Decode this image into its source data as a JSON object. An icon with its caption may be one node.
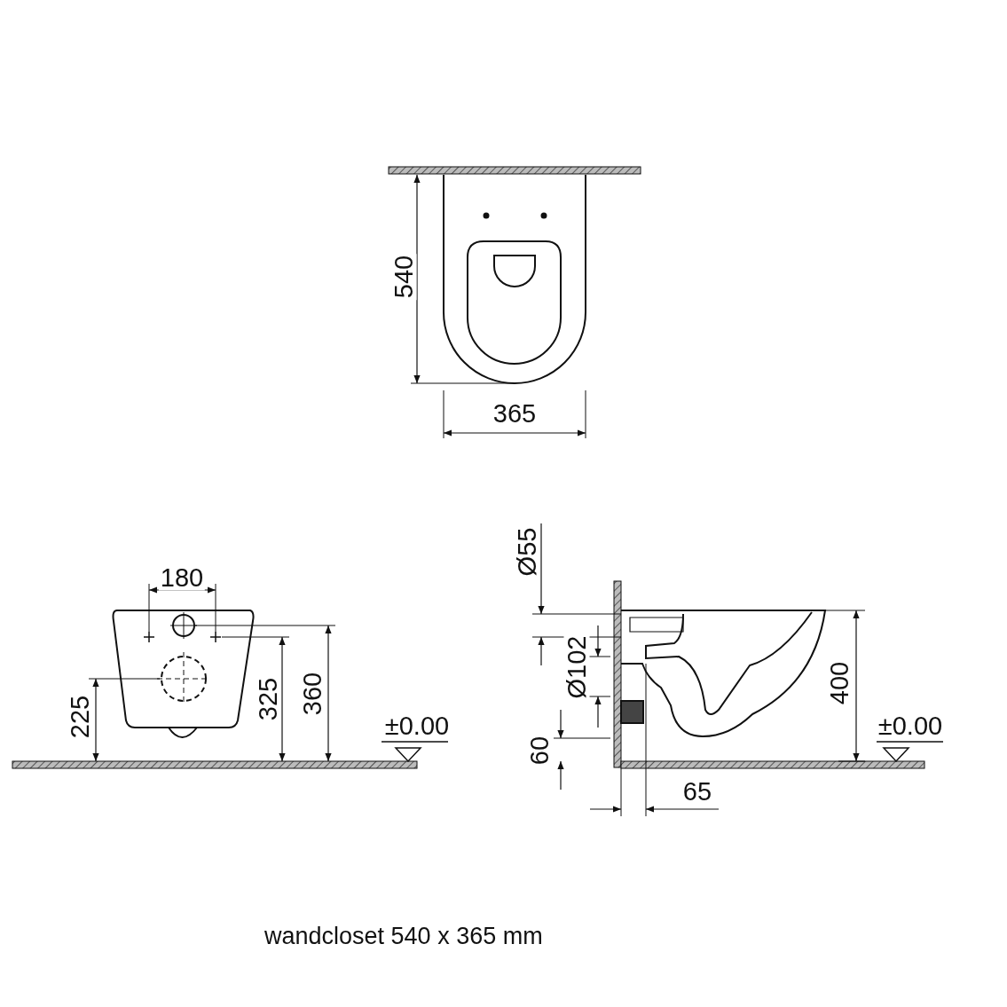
{
  "diagram": {
    "caption": "wandcloset 540 x 365 mm",
    "labels": [
      "540",
      "365",
      "180",
      "Ø55",
      "225",
      "325",
      "360",
      "±0.00",
      "Ø102",
      "400",
      "±0.00",
      "60",
      "65"
    ]
  }
}
